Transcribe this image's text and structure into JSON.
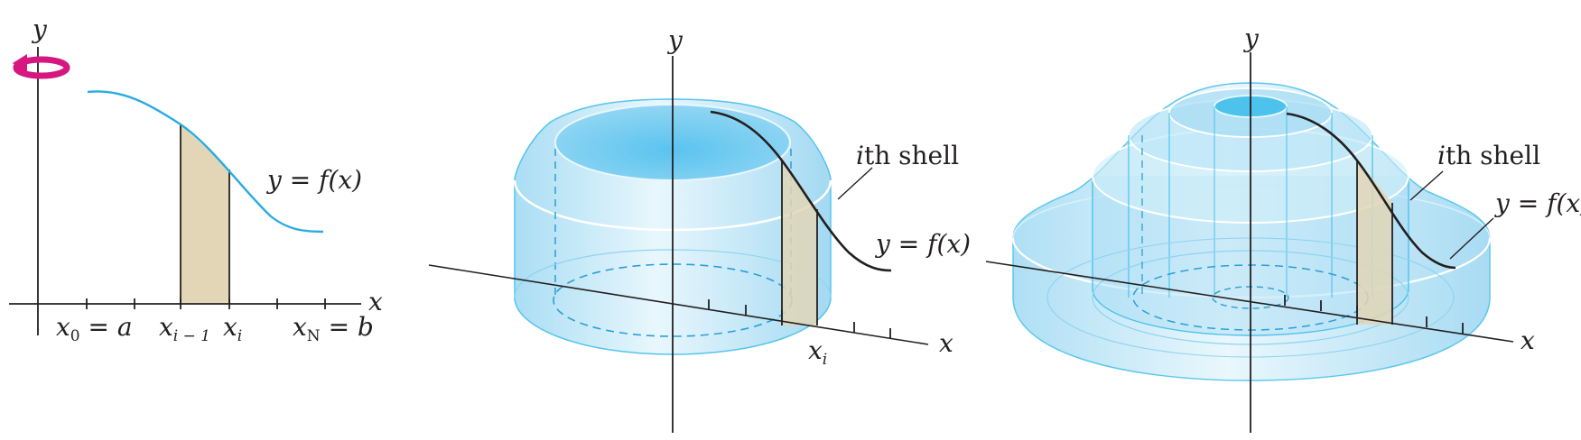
{
  "panel_left": {
    "y_axis_label": "y",
    "x_axis_label": "x",
    "curve_label": "y = f(x)",
    "tick_labels": {
      "x0": {
        "main": "x",
        "sub": "0",
        "rest": " = a"
      },
      "xim1": {
        "main": "x",
        "sub": "i − 1"
      },
      "xi": {
        "main": "x",
        "sub": "i"
      },
      "xN": {
        "main": "x",
        "sub": "N",
        "rest": " = b"
      }
    }
  },
  "panel_middle": {
    "y_axis_label": "y",
    "x_axis_label": "x",
    "shell_label": {
      "italic": "i",
      "rest": "th shell"
    },
    "curve_label": "y = f(x)",
    "xi_label": {
      "main": "x",
      "sub": "i"
    }
  },
  "panel_right": {
    "y_axis_label": "y",
    "x_axis_label": "x",
    "shell_label": {
      "italic": "i",
      "rest": "th shell"
    },
    "curve_label": "y = f(x)"
  },
  "colors": {
    "curve_blue": "#29abe2",
    "shaded_strip": "#e2d6b6",
    "rotation_arrow": "#d6177f",
    "solid_fill": "#bfe6f7",
    "solid_edge": "#4cc2ec",
    "curve_black": "#231f20"
  },
  "icons": {
    "rotation": "rotation-arrow-icon"
  }
}
